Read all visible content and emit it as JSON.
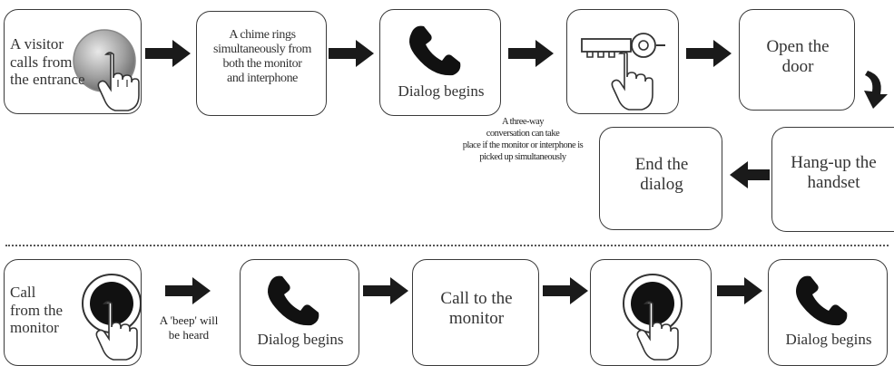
{
  "top_flow": {
    "step1": {
      "label": "A visitor calls from the entrance",
      "line1": "A visitor",
      "line2": "calls from",
      "line3": "the entrance",
      "icon": "doorbell-button-icon"
    },
    "step2": {
      "line1": "A chime rings",
      "line2": "simultaneously from",
      "line3": "both the monitor",
      "line4": "and interphone"
    },
    "step3": {
      "label": "Dialog begins",
      "icon": "telephone-handset-icon"
    },
    "step4": {
      "icon": "door-key-button-icon"
    },
    "step5": {
      "line1": "Open the",
      "line2": "door"
    },
    "step6": {
      "line1": "Hang-up the",
      "line2": "handset"
    },
    "step7": {
      "line1": "End the",
      "line2": "dialog"
    },
    "note": {
      "line1": "A three-way",
      "line2": "conversation can take",
      "line3": "place if the monitor or interphone is",
      "line4": "picked up simultaneously"
    }
  },
  "bottom_flow": {
    "step1": {
      "line1": "Call",
      "line2": "from the",
      "line3": "monitor",
      "icon": "call-button-icon"
    },
    "beep_note": {
      "line1": "A 'beep' will",
      "line2": "be heard"
    },
    "step2": {
      "label": "Dialog begins",
      "icon": "telephone-handset-icon"
    },
    "step3": {
      "line1": "Call to the",
      "line2": "monitor"
    },
    "step4": {
      "icon": "call-button-icon"
    },
    "step5": {
      "label": "Dialog begins",
      "icon": "telephone-handset-icon"
    }
  },
  "colors": {
    "border": "#3a3a3a",
    "arrow": "#1a1a1a",
    "button_dark": "#111111",
    "button_light": "#9a9a9a"
  }
}
